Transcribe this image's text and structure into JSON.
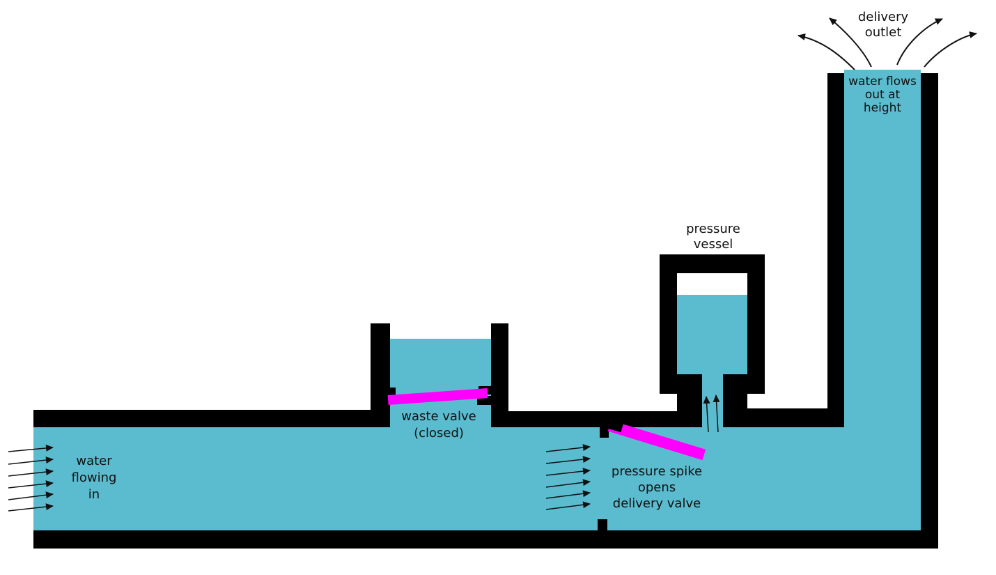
{
  "colors": {
    "background": "#ffffff",
    "water": "#5cbccf",
    "wall": "#000000",
    "valve": "#ff00ff",
    "text": "#111111",
    "arrow": "#111111"
  },
  "labels": {
    "water_flowing_in": {
      "line1": "water",
      "line2": "flowing",
      "line3": "in"
    },
    "waste_valve": {
      "line1": "waste valve",
      "line2": "(closed)"
    },
    "pressure_vessel": {
      "line1": "pressure",
      "line2": "vessel"
    },
    "pressure_spike": {
      "line1": "pressure spike",
      "line2": "opens",
      "line3": "delivery valve"
    },
    "delivery_outlet": {
      "line1": "delivery",
      "line2": "outlet"
    },
    "water_flows_out": {
      "line1": "water flows",
      "line2": "out at",
      "line3": "height"
    }
  },
  "icons": {
    "inflow_arrow": "→",
    "upflow_arrow": "↑",
    "outflow_arrow": "curved-arrow"
  }
}
